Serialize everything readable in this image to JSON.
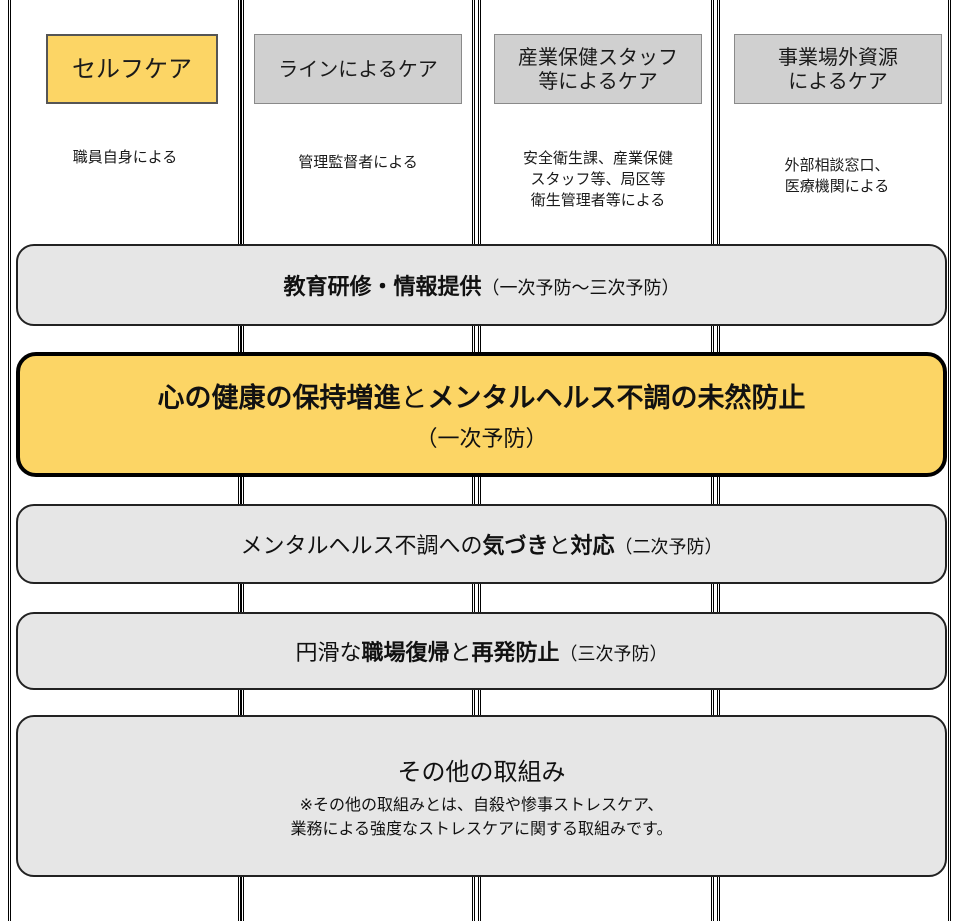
{
  "columns": [
    {
      "title": "セルフケア",
      "desc": "職員自身による"
    },
    {
      "title": "ラインによるケア",
      "desc": "管理監督者による"
    },
    {
      "title": "産業保健スタッフ\n等によるケア",
      "desc": "安全衛生課、産業保健\nスタッフ等、局区等\n衛生管理者等による"
    },
    {
      "title": "事業場外資源\nによるケア",
      "desc": "外部相談窓口、\n医療機関による"
    }
  ],
  "bands": {
    "education": {
      "bold": "教育研修・情報提供",
      "paren": "（一次予防～三次予防）"
    },
    "primary": {
      "part1": "心の健康の保持増進",
      "part2": "と",
      "part3": "メンタルヘルス不調の未然防止",
      "sub": "（一次予防）"
    },
    "secondary": {
      "part1": "メンタルヘルス不調への",
      "part2": "気づき",
      "part3": "と",
      "part4": "対応",
      "paren": "（二次予防）"
    },
    "tertiary": {
      "part1": "円滑な",
      "part2": "職場復帰",
      "part3": "と",
      "part4": "再発防止",
      "paren": "（三次予防）"
    },
    "other": {
      "title": "その他の取組み",
      "note1": "※その他の取組みとは、自殺や惨事ストレスケア、",
      "note2": "業務による強度なストレスケアに関する取組みです。"
    }
  },
  "colors": {
    "highlight": "#fcd565",
    "gray_box": "#d0d0d0",
    "band_gray": "#e6e6e6"
  }
}
